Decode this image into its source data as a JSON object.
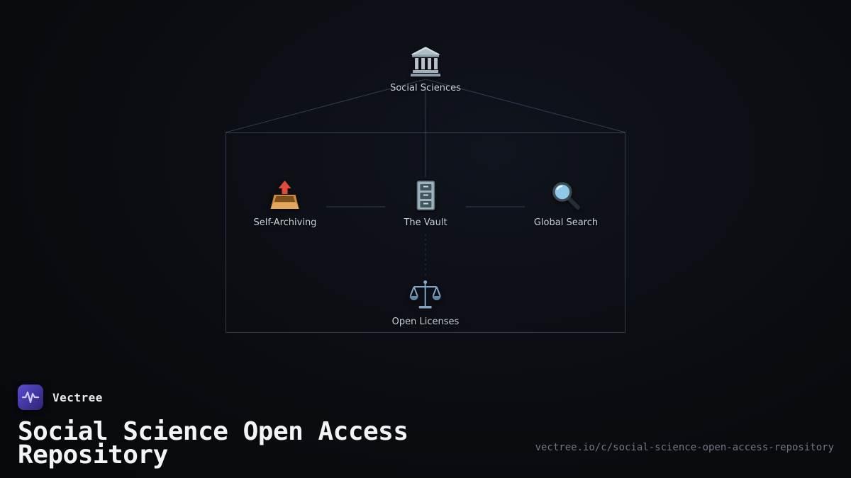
{
  "diagram": {
    "root": {
      "label": "Social Sciences",
      "icon": "bank-icon"
    },
    "nodes": [
      {
        "label": "Self-Archiving",
        "icon": "outbox-icon"
      },
      {
        "label": "The Vault",
        "icon": "file-cabinet-icon"
      },
      {
        "label": "Global Search",
        "icon": "magnifier-icon"
      },
      {
        "label": "Open Licenses",
        "icon": "scales-icon"
      }
    ]
  },
  "branding": {
    "name": "Vectree",
    "title": "Social Science Open Access Repository",
    "url": "vectree.io/c/social-science-open-access-repository"
  },
  "colors": {
    "background": "#0b0d12",
    "connector": "#50647c",
    "group_border": "#5a7390",
    "label": "#c9d2da",
    "logo_gradient_start": "#5a4cd4",
    "logo_gradient_end": "#2d2470",
    "url_text": "#6e7683"
  }
}
